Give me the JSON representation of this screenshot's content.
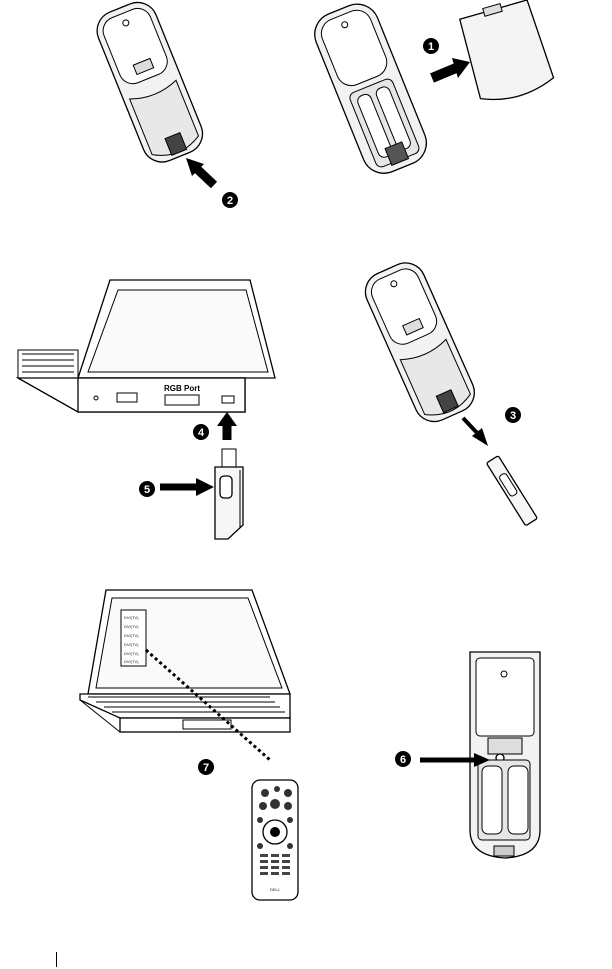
{
  "figure": {
    "steps": [
      {
        "number": "1"
      },
      {
        "number": "2"
      },
      {
        "number": "3"
      },
      {
        "number": "4"
      },
      {
        "number": "5"
      },
      {
        "number": "6"
      },
      {
        "number": "7"
      }
    ],
    "rgb_port_label": "RGB Port",
    "remote_brand": "DELL",
    "screen_list_items": [
      "DVI(TV)",
      "DVI(TV)",
      "DVI(TV)",
      "DVI(TV)",
      "DVI(TV)",
      "DVI(TV)"
    ]
  }
}
